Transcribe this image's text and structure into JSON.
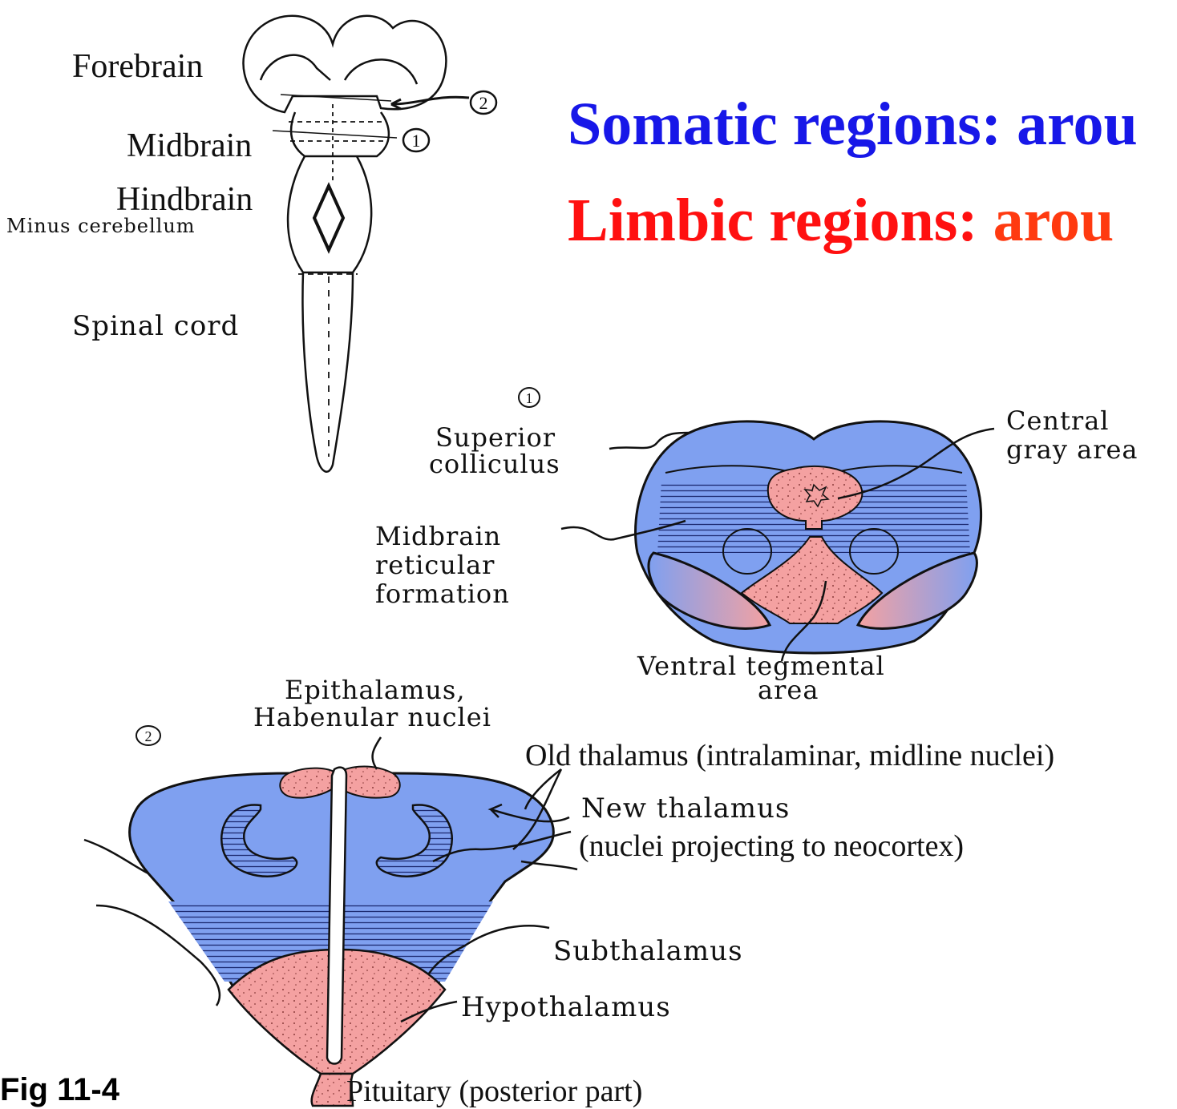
{
  "headlines": {
    "somatic_prefix": "Somatic regions: arou",
    "limbic_prefix": "Limbic regions: ",
    "limbic_suffix": "arou"
  },
  "figure_label": "Fig 11-4",
  "colors": {
    "somatic_blue": "#7fa0f0",
    "limbic_red": "#f4a1a1",
    "headline_blue": "#1717e8",
    "headline_red": "#ff1010"
  },
  "brain_overview": {
    "labels": {
      "forebrain": "Forebrain",
      "midbrain": "Midbrain",
      "hindbrain": "Hindbrain",
      "minus_cerebellum": "Minus cerebellum",
      "spinal_cord": "Spinal cord"
    },
    "markers": {
      "section_1": "1",
      "section_2": "2"
    }
  },
  "midbrain_section": {
    "marker": "1",
    "labels": {
      "superior_colliculus": [
        "Superior",
        "colliculus"
      ],
      "central_gray_area": [
        "Central",
        "gray area"
      ],
      "midbrain_reticular_formation": [
        "Midbrain",
        "reticular",
        "formation"
      ],
      "ventral_tegmental_area": [
        "Ventral tegmental",
        "area"
      ]
    }
  },
  "diencephalon_section": {
    "marker": "2",
    "labels": {
      "epithalamus": [
        "Epithalamus,",
        "Habenular nuclei"
      ],
      "old_thalamus": "Old thalamus (intralaminar, midline nuclei)",
      "new_thalamus": [
        "New thalamus",
        "(nuclei projecting to neocortex)"
      ],
      "subthalamus": "Subthalamus",
      "hypothalamus": "Hypothalamus",
      "pituitary": "Pituitary (posterior part)"
    }
  }
}
